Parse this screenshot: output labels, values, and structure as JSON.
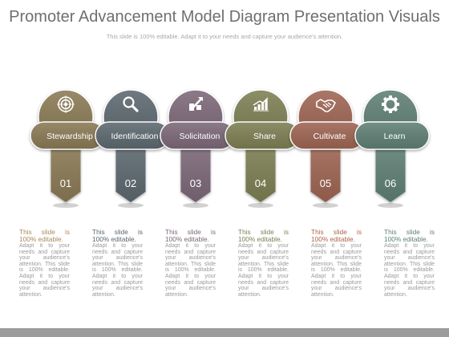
{
  "title": "Promoter Advancement Model Diagram Presentation Visuals",
  "subtitle": "This slide is 100% editable. Adapt it to your needs and capture your audience's attention.",
  "steps": [
    {
      "label": "Stewardship",
      "number": "01",
      "icon": "target-icon",
      "color": "#8a7a55",
      "desc_head": "This slide is 100% editable.",
      "desc_body": "Adapt it to your needs and capture your audience's attention. This slide is 100% editable. Adapt it to your needs and capture your audience's attention."
    },
    {
      "label": "Identification",
      "number": "02",
      "icon": "search-icon",
      "color": "#5d6770",
      "desc_head": "This slide is 100% editable.",
      "desc_body": "Adapt it to your needs and capture your audience's attention. This slide is 100% editable. Adapt it to your needs and capture your audience's attention."
    },
    {
      "label": "Solicitation",
      "number": "03",
      "icon": "tools-icon",
      "color": "#7b6878",
      "desc_head": "This slide is 100% editable.",
      "desc_body": "Adapt it to your needs and capture your audience's attention. This slide is 100% editable. Adapt it to your needs and capture your audience's attention."
    },
    {
      "label": "Share",
      "number": "04",
      "icon": "bar-chart-icon",
      "color": "#7d7f52",
      "desc_head": "This slide is 100% editable.",
      "desc_body": "Adapt it to your needs and capture your audience's attention. This slide is 100% editable. Adapt it to your needs and capture your audience's attention."
    },
    {
      "label": "Cultivate",
      "number": "05",
      "icon": "handshake-icon",
      "color": "#9e6553",
      "desc_head": "This slide is 100% editable.",
      "desc_body": "Adapt it to your needs and capture your audience's attention. This slide is 100% editable. Adapt it to your needs and capture your audience's attention."
    },
    {
      "label": "Learn",
      "number": "06",
      "icon": "gear-icon",
      "color": "#5e7f74",
      "desc_head": "This slide is 100% editable.",
      "desc_body": "Adapt it to your needs and capture your audience's attention. This slide is 100% editable. Adapt it to your needs and capture your audience's attention."
    }
  ],
  "colors": {
    "title": "#6f6f6f",
    "text_highlight": [
      "#a88a5a",
      "#5d6770",
      "#7b6878",
      "#7d7f52",
      "#b0634a",
      "#5e7f74"
    ]
  }
}
